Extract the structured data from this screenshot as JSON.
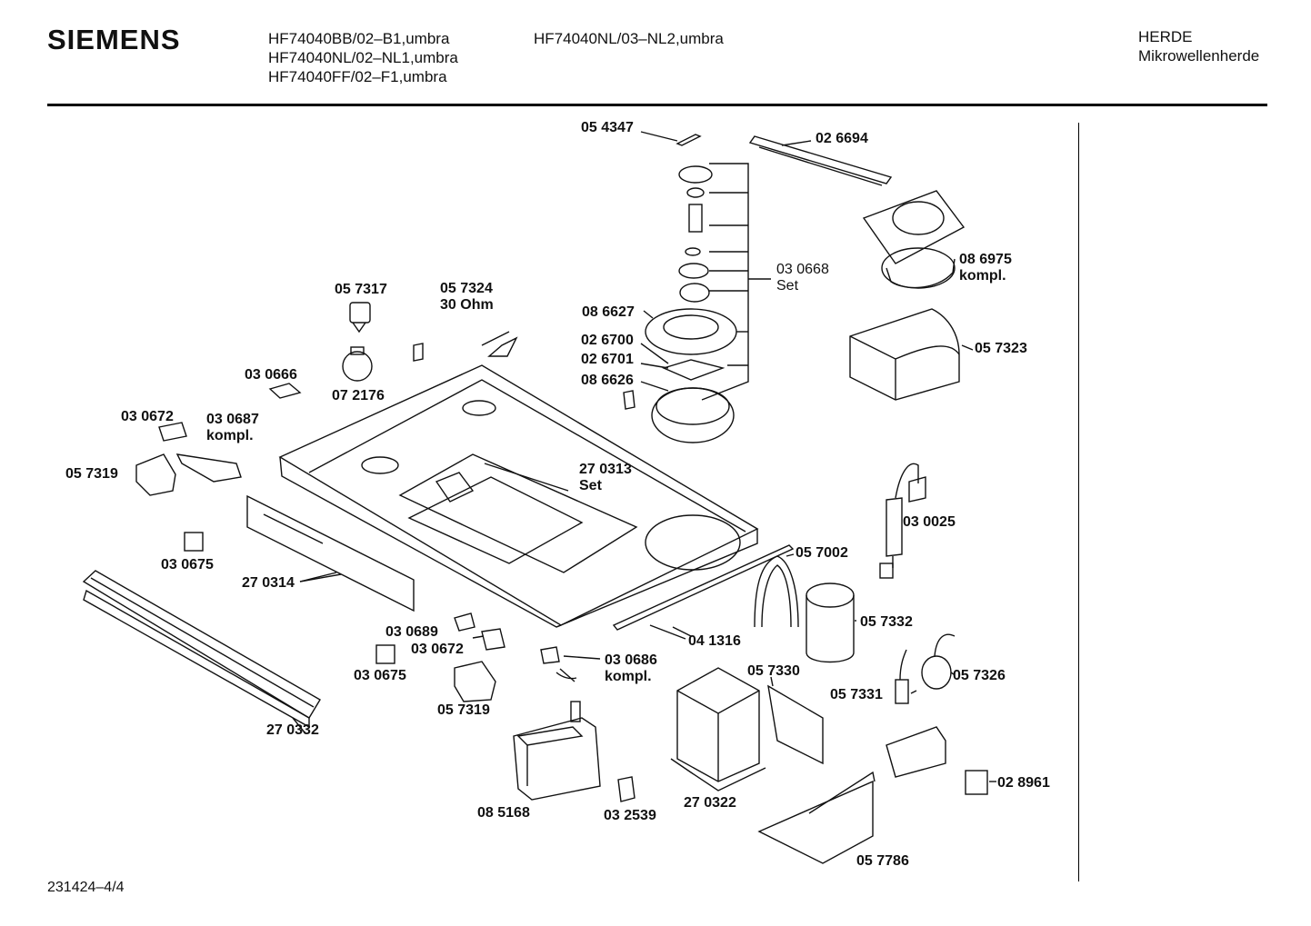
{
  "header": {
    "brand": "SIEMENS",
    "models_col1": [
      "HF74040BB/02–B1,umbra",
      "HF74040NL/02–NL1,umbra",
      "HF74040FF/02–F1,umbra"
    ],
    "models_col2": [
      "HF74040NL/03–NL2,umbra"
    ],
    "category": [
      "HERDE",
      "Mikrowellenherde"
    ]
  },
  "parts": {
    "p054347": "05 4347",
    "p026694": "02 6694",
    "p030668": [
      "03 0668",
      "Set"
    ],
    "p086975": [
      "08 6975",
      "kompl."
    ],
    "p086627": "08 6627",
    "p026700": "02 6700",
    "p026701": "02 6701",
    "p086626": "08 6626",
    "p057323": "05 7323",
    "p057317": "05 7317",
    "p057324": [
      "05 7324",
      "30 Ohm"
    ],
    "p030666": "03 0666",
    "p072176": "07 2176",
    "p030672a": "03 0672",
    "p030687": [
      "03 0687",
      "kompl."
    ],
    "p057319a": "05 7319",
    "p270313": [
      "27 0313",
      "Set"
    ],
    "p030025": "03 0025",
    "p030675a": "03 0675",
    "p270314": "27 0314",
    "p057002": "05 7002",
    "p057332": "05 7332",
    "p030689": "03 0689",
    "p030672b": "03 0672",
    "p030675b": "03 0675",
    "p030686": [
      "03 0686",
      "kompl."
    ],
    "p041316": "04 1316",
    "p057319b": "05 7319",
    "p057330": "05 7330",
    "p057326": "05 7326",
    "p057331": "05 7331",
    "p270332": "27 0332",
    "p085168": "08 5168",
    "p032539": "03 2539",
    "p270322": "27 0322",
    "p028961": "02 8961",
    "p057786": "05 7786"
  },
  "footer": "231424–4/4"
}
